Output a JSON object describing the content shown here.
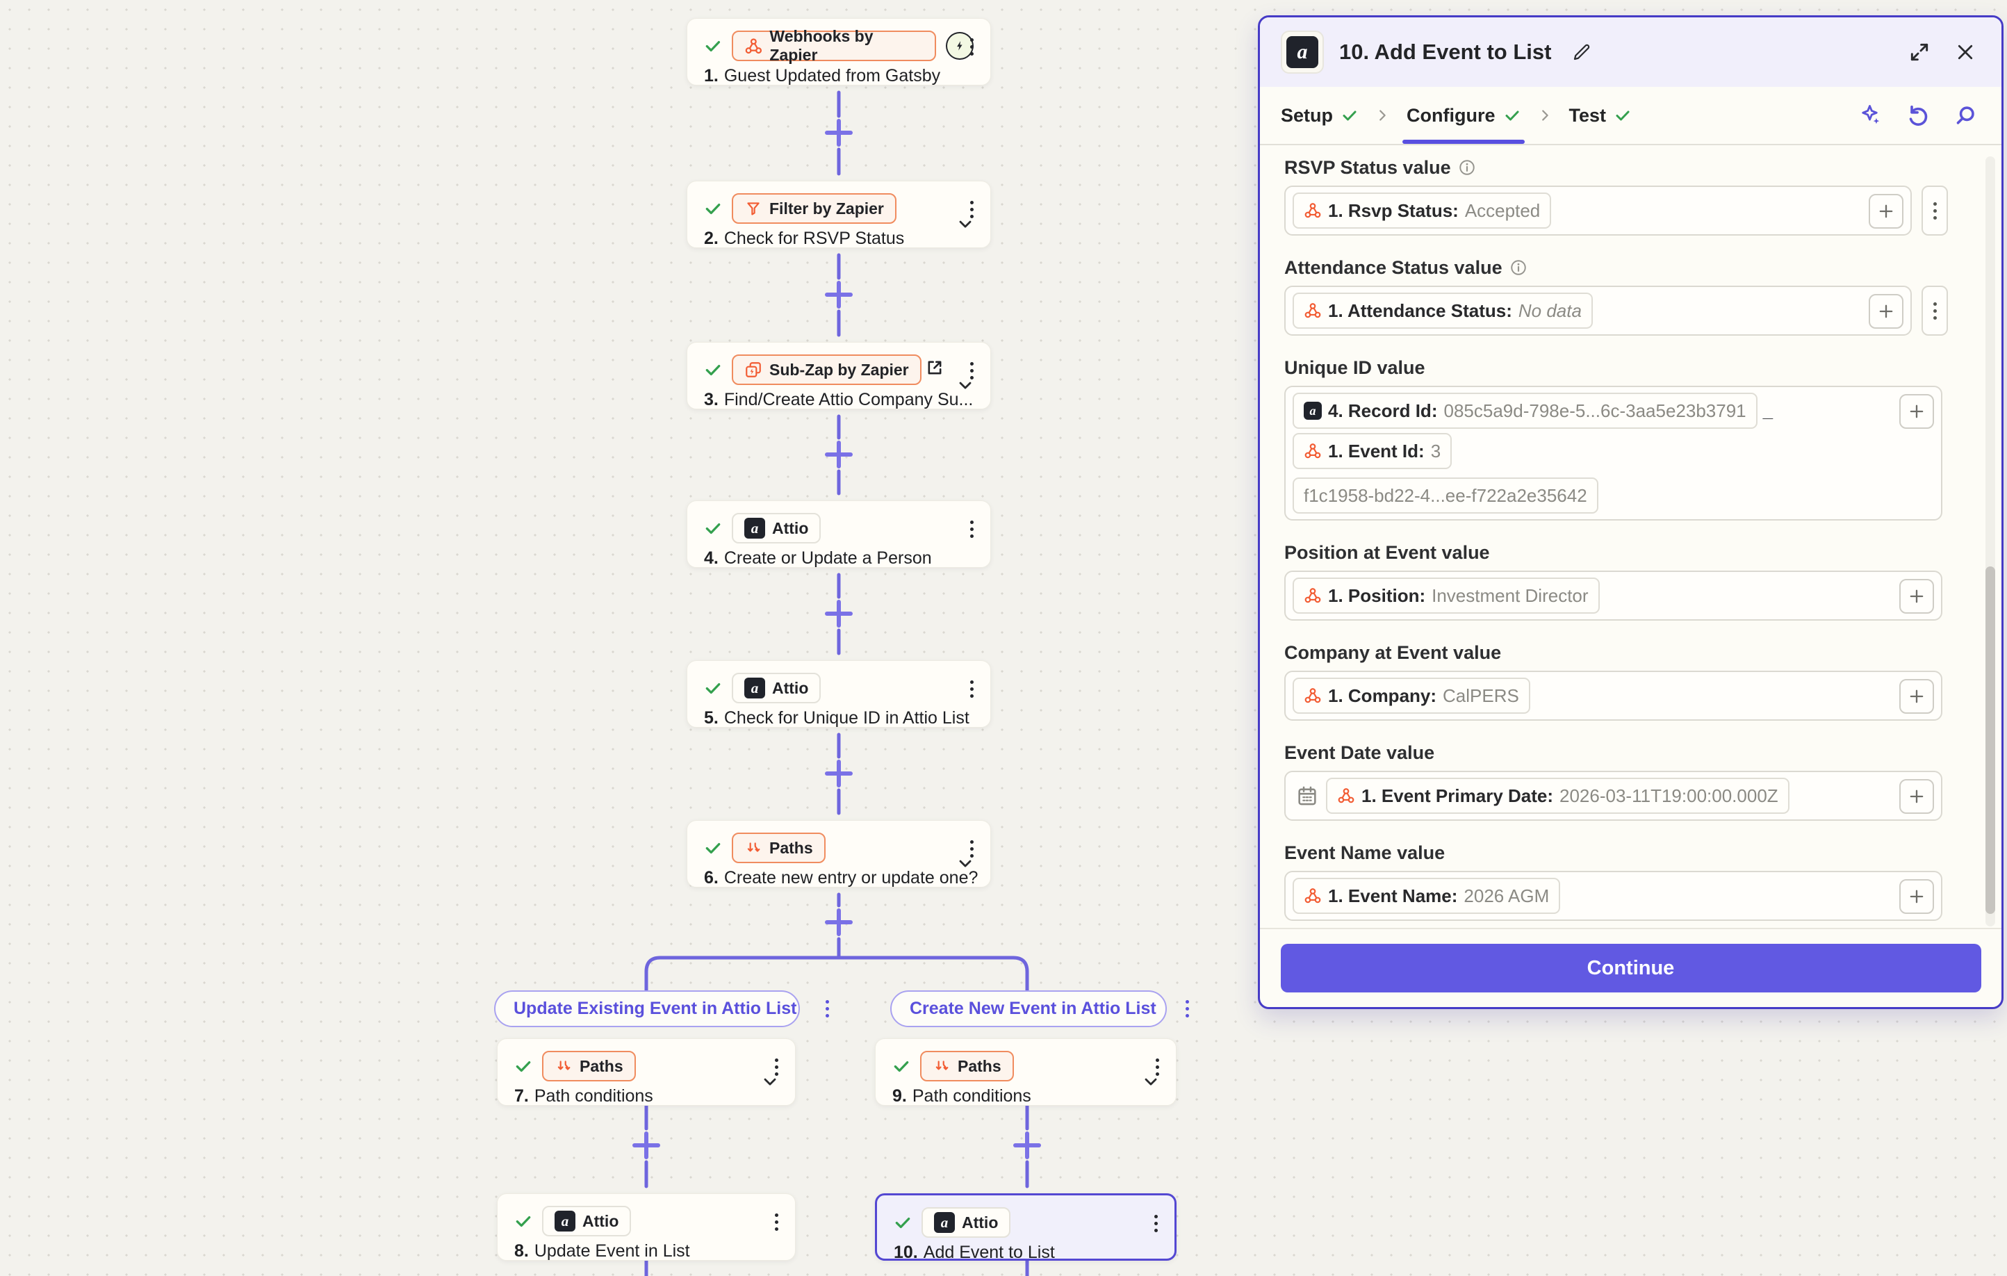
{
  "canvas": {
    "steps": [
      {
        "pill": "Webhooks by Zapier",
        "icon": "webhook-icon",
        "num": "1.",
        "title": "Guest Updated from Gatsby"
      },
      {
        "pill": "Filter by Zapier",
        "icon": "filter-icon",
        "num": "2.",
        "title": "Check for RSVP Status"
      },
      {
        "pill": "Sub-Zap by Zapier",
        "icon": "subzap-icon",
        "num": "3.",
        "title": "Find/Create Attio Company Su..."
      },
      {
        "pill": "Attio",
        "icon": "attio-icon",
        "num": "4.",
        "title": "Create or Update a Person"
      },
      {
        "pill": "Attio",
        "icon": "attio-icon",
        "num": "5.",
        "title": "Check for Unique ID in Attio List"
      },
      {
        "pill": "Paths",
        "icon": "paths-icon",
        "num": "6.",
        "title": "Create new entry or update one?"
      }
    ],
    "branches": [
      {
        "label": "Update Existing Event in Attio List",
        "path": {
          "pill": "Paths",
          "num": "7.",
          "title": "Path conditions"
        },
        "action": {
          "pill": "Attio",
          "num": "8.",
          "title": "Update Event in List"
        }
      },
      {
        "label": "Create New Event in Attio List",
        "path": {
          "pill": "Paths",
          "num": "9.",
          "title": "Path conditions"
        },
        "action": {
          "pill": "Attio",
          "num": "10.",
          "title": "Add Event to List"
        }
      }
    ],
    "attio_glyph": "a"
  },
  "panel": {
    "title": "10. Add Event to List",
    "tabs": [
      {
        "label": "Setup"
      },
      {
        "label": "Configure"
      },
      {
        "label": "Test"
      }
    ],
    "fields": [
      {
        "label": "RSVP Status value",
        "tokens": [
          {
            "name": "1. Rsvp Status:",
            "value": "Accepted"
          }
        ]
      },
      {
        "label": "Attendance Status value",
        "tokens": [
          {
            "name": "1. Attendance Status:",
            "value": "No data"
          }
        ]
      },
      {
        "label": "Unique ID value",
        "separator": "_",
        "tokens": [
          {
            "name": "4. Record Id:",
            "value": "085c5a9d-798e-5...6c-3aa5e23b3791"
          },
          {
            "name": "1. Event Id:",
            "value": "3"
          }
        ],
        "wrap_value": "f1c1958-bd22-4...ee-f722a2e35642"
      },
      {
        "label": "Position at Event value",
        "tokens": [
          {
            "name": "1. Position:",
            "value": "Investment Director"
          }
        ]
      },
      {
        "label": "Company at Event value",
        "tokens": [
          {
            "name": "1. Company:",
            "value": "CalPERS"
          }
        ]
      },
      {
        "label": "Event Date value",
        "tokens": [
          {
            "name": "1. Event Primary Date:",
            "value": "2026-03-11T19:00:00.000Z"
          }
        ]
      },
      {
        "label": "Event Name value",
        "tokens": [
          {
            "name": "1. Event Name:",
            "value": "2026 AGM"
          }
        ]
      }
    ],
    "continue_label": "Continue"
  },
  "colors": {
    "accent_purple": "#5a50dc",
    "panel_border": "#463bc6",
    "continue_button": "#6159e2",
    "zapier_orange": "#f25c33",
    "success_green": "#34a04e",
    "canvas_bg": "#f3f2ed",
    "card_bg": "#fffdf8"
  }
}
